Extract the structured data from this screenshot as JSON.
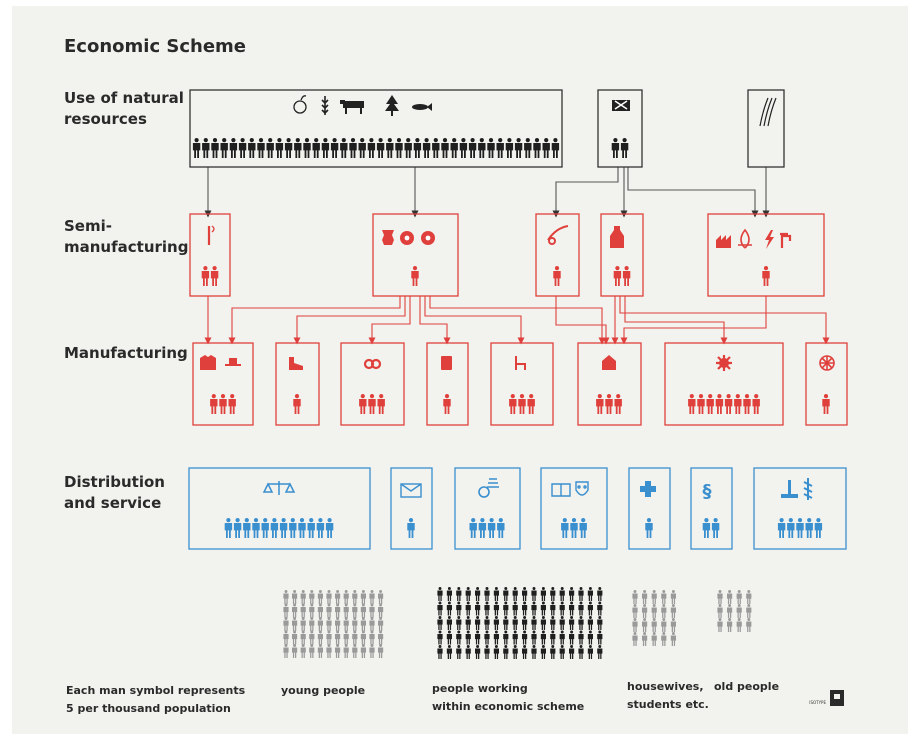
{
  "title": "Economic Scheme",
  "rows": {
    "natural": "Use of natural\nresources",
    "semi": "Semi-\nmanufacturing",
    "manufacturing": "Manufacturing",
    "distribution": "Distribution\nand service"
  },
  "footer": {
    "note": "Each man symbol represents\n5 per thousand population",
    "young": "young people",
    "working": "people working\nwithin economic scheme",
    "housewives": "housewives,\nstudents etc.",
    "old": "old people"
  },
  "colors": {
    "natural": "#1f1f1f",
    "manufacturing": "#e0403c",
    "distribution": "#3a8fcf",
    "population": "#9a9a9a",
    "background": "#f2f2ee"
  },
  "groups": [
    {
      "id": "natural-main",
      "level": "natural",
      "men": 40,
      "icons": [
        "apple-icon",
        "wheat-icon",
        "cow-icon",
        "tree-icon",
        "fish-icon"
      ]
    },
    {
      "id": "mining",
      "level": "natural",
      "men": 2,
      "icons": [
        "hammer-pick-icon"
      ]
    },
    {
      "id": "energy",
      "level": "natural",
      "men": 0,
      "icons": [
        "waterfall-icon"
      ]
    },
    {
      "id": "semi-ropes",
      "level": "semi",
      "men": 2,
      "icons": [
        "rope-icon"
      ]
    },
    {
      "id": "semi-textiles",
      "level": "semi",
      "men": 1,
      "icons": [
        "hide-icon",
        "thread-spool-icon",
        "thread-spool-icon"
      ]
    },
    {
      "id": "semi-metal",
      "level": "semi",
      "men": 1,
      "icons": [
        "pipe-icon"
      ]
    },
    {
      "id": "semi-steel",
      "level": "semi",
      "men": 2,
      "icons": [
        "furnace-icon"
      ]
    },
    {
      "id": "semi-utilities",
      "level": "semi",
      "men": 1,
      "icons": [
        "factory-icon",
        "gas-flame-icon",
        "lightning-icon",
        "water-tap-icon"
      ]
    },
    {
      "id": "mfg-clothing",
      "level": "manufacturing",
      "men": 3,
      "icons": [
        "jacket-icon",
        "hat-icon"
      ]
    },
    {
      "id": "mfg-shoes",
      "level": "manufacturing",
      "men": 1,
      "icons": [
        "shoe-icon"
      ]
    },
    {
      "id": "mfg-food",
      "level": "manufacturing",
      "men": 3,
      "icons": [
        "pretzel-icon"
      ]
    },
    {
      "id": "mfg-printing",
      "level": "manufacturing",
      "men": 1,
      "icons": [
        "book-icon"
      ]
    },
    {
      "id": "mfg-furniture",
      "level": "manufacturing",
      "men": 3,
      "icons": [
        "chair-icon"
      ]
    },
    {
      "id": "mfg-building",
      "level": "manufacturing",
      "men": 3,
      "icons": [
        "house-icon"
      ]
    },
    {
      "id": "mfg-machinery",
      "level": "manufacturing",
      "men": 8,
      "icons": [
        "gear-icon"
      ]
    },
    {
      "id": "mfg-vehicles",
      "level": "manufacturing",
      "men": 1,
      "icons": [
        "wheel-icon"
      ]
    },
    {
      "id": "dist-trade",
      "level": "distribution",
      "men": 12,
      "icons": [
        "scales-icon"
      ]
    },
    {
      "id": "dist-post",
      "level": "distribution",
      "men": 1,
      "icons": [
        "envelope-icon"
      ]
    },
    {
      "id": "dist-transport",
      "level": "distribution",
      "men": 4,
      "icons": [
        "winged-wheel-icon"
      ]
    },
    {
      "id": "dist-culture",
      "level": "distribution",
      "men": 3,
      "icons": [
        "open-book-icon",
        "mask-icon"
      ]
    },
    {
      "id": "dist-health",
      "level": "distribution",
      "men": 1,
      "icons": [
        "cross-icon"
      ]
    },
    {
      "id": "dist-administration",
      "level": "distribution",
      "men": 2,
      "icons": [
        "paragraph-icon"
      ]
    },
    {
      "id": "dist-domestic",
      "level": "distribution",
      "men": 5,
      "icons": [
        "broom-icon",
        "chimney-icon"
      ]
    }
  ],
  "population": [
    {
      "id": "young",
      "men": 60,
      "color": "#9a9a9a"
    },
    {
      "id": "working",
      "men": 90,
      "color": "#1f1f1f"
    },
    {
      "id": "housewives",
      "men": 20,
      "color": "#9a9a9a"
    },
    {
      "id": "old",
      "men": 12,
      "color": "#9a9a9a"
    }
  ],
  "logo": {
    "name": "isotype-logo-icon",
    "text": "ISOTYPE"
  }
}
